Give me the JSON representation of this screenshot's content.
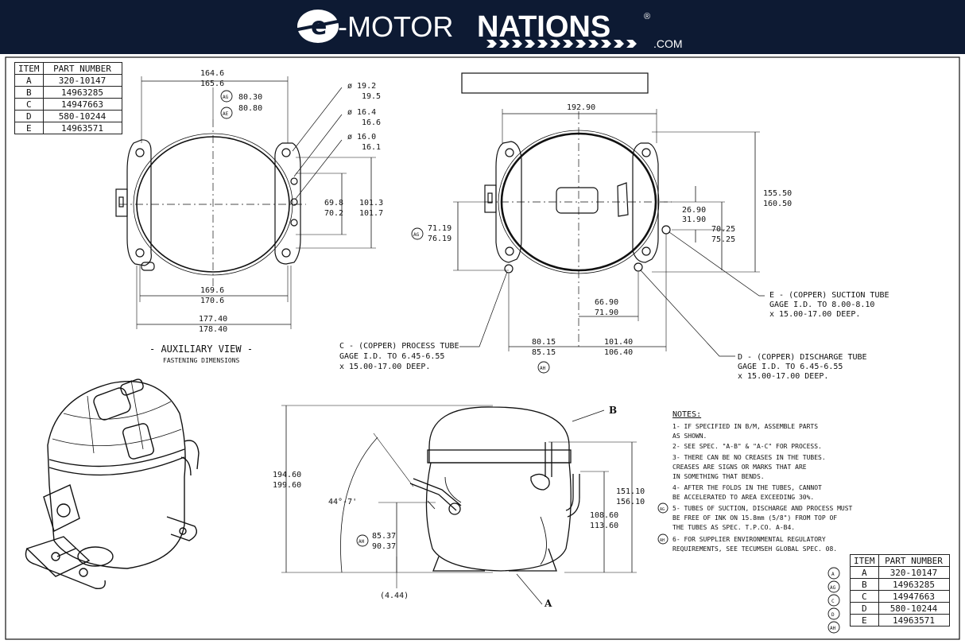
{
  "brand": {
    "e": "e",
    "motor": "-MOTOR",
    "nations": "NATIONS",
    "reg": "®",
    "com": ".COM"
  },
  "table": {
    "header_item": "ITEM",
    "header_part": "PART NUMBER",
    "rows": [
      {
        "item": "A",
        "part": "320-10147"
      },
      {
        "item": "B",
        "part": "14963285"
      },
      {
        "item": "C",
        "part": "14947663"
      },
      {
        "item": "D",
        "part": "580-10244"
      },
      {
        "item": "E",
        "part": "14963571"
      }
    ]
  },
  "table2_badges": [
    "A",
    "AG",
    "C",
    "D",
    "AH"
  ],
  "aux": {
    "title": "- AUXILIARY VIEW -",
    "subtitle": "FASTENING DIMENSIONS",
    "dim_top_1": "164.6",
    "dim_top_2": "165.6",
    "ag_1": "80.30",
    "ag_2": "80.80",
    "dia1_a": "ø 19.2",
    "dia1_b": "19.5",
    "dia2_a": "ø 16.4",
    "dia2_b": "16.6",
    "dia3_a": "ø 16.0",
    "dia3_b": "16.1",
    "h_in_1": "69.8",
    "h_in_2": "70.2",
    "h_out_1": "101.3",
    "h_out_2": "101.7",
    "w1_1": "169.6",
    "w1_2": "170.6",
    "w2_1": "177.40",
    "w2_2": "178.40"
  },
  "top": {
    "w_1": "192.90",
    "h_1": "155.50",
    "h_2": "160.50",
    "e_1": "26.90",
    "e_2": "31.90",
    "f_1": "70.25",
    "f_2": "75.25",
    "ag_1": "71.19",
    "ag_2": "76.19",
    "d_1": "66.90",
    "d_2": "71.90",
    "c_1": "80.15",
    "c_2": "85.15",
    "r_1": "101.40",
    "r_2": "106.40",
    "e_tube": [
      "E - (COPPER) SUCTION TUBE",
      "GAGE I.D. TO 8.00-8.10",
      "x 15.00-17.00 DEEP."
    ],
    "c_tube": [
      "C - (COPPER) PROCESS TUBE",
      "GAGE I.D. TO 6.45-6.55",
      "x 15.00-17.00 DEEP."
    ],
    "d_tube": [
      "D - (COPPER) DISCHARGE TUBE",
      "GAGE I.D. TO 6.45-6.55",
      "x 15.00-17.00 DEEP."
    ]
  },
  "side": {
    "h_1": "194.60",
    "h_2": "199.60",
    "angle": "44°-7'",
    "ah_1": "85.37",
    "ah_2": "90.37",
    "small": "(4.44)",
    "m_1": "108.60",
    "m_2": "113.60",
    "r_1": "151.10",
    "r_2": "156.10",
    "label_a": "A",
    "label_b": "B"
  },
  "badges": {
    "ag": "AG",
    "ae": "AE",
    "ah": "AH"
  },
  "notes": {
    "title": "NOTES:",
    "lines": [
      "1-  IF SPECIFIED IN B/M, ASSEMBLE PARTS",
      "    AS SHOWN.",
      "2-  SEE SPEC. \"A-B\" & \"A-C\" FOR PROCESS.",
      "3-  THERE CAN BE NO CREASES IN THE TUBES.",
      "    CREASES ARE SIGNS OR MARKS THAT ARE",
      "    IN SOMETHING THAT BENDS.",
      "4-  AFTER THE FOLDS IN THE TUBES, CANNOT",
      "    BE ACCELERATED TO AREA EXCEEDING 30%.",
      "5-  TUBES OF SUCTION, DISCHARGE AND PROCESS MUST",
      "    BE FREE OF INK ON 15.8mm (5/8\") FROM TOP OF",
      "    THE TUBES AS SPEC. T.P.CO. A-B4.",
      "6-  FOR SUPPLIER ENVIRONMENTAL REGULATORY",
      "    REQUIREMENTS, SEE TECUMSEH GLOBAL SPEC. 08."
    ]
  }
}
